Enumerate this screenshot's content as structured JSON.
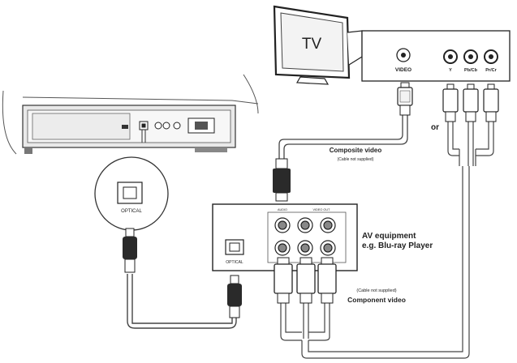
{
  "tv": {
    "screen_label": "TV"
  },
  "tv_panel": {
    "video_jack_label": "VIDEO",
    "component_jack_labels": [
      "Y",
      "Pb/Cb",
      "Pr/Cr"
    ]
  },
  "connector_or": "or",
  "composite": {
    "title": "Composite video",
    "note": "(Cable not supplied)"
  },
  "optical_inset_label": "OPTICAL",
  "av_device": {
    "title_line1": "AV equipment",
    "title_line2": "e.g. Blu-ray Player",
    "optical_label": "OPTICAL",
    "video_out_header": "VIDEO OUT",
    "audio_header": "AUDIO"
  },
  "component": {
    "note": "(Cable not supplied)",
    "title": "Component video"
  },
  "colors": {
    "line": "#333333",
    "cable_fill": "#f4f4f4",
    "dark": "#2a2a2a"
  }
}
